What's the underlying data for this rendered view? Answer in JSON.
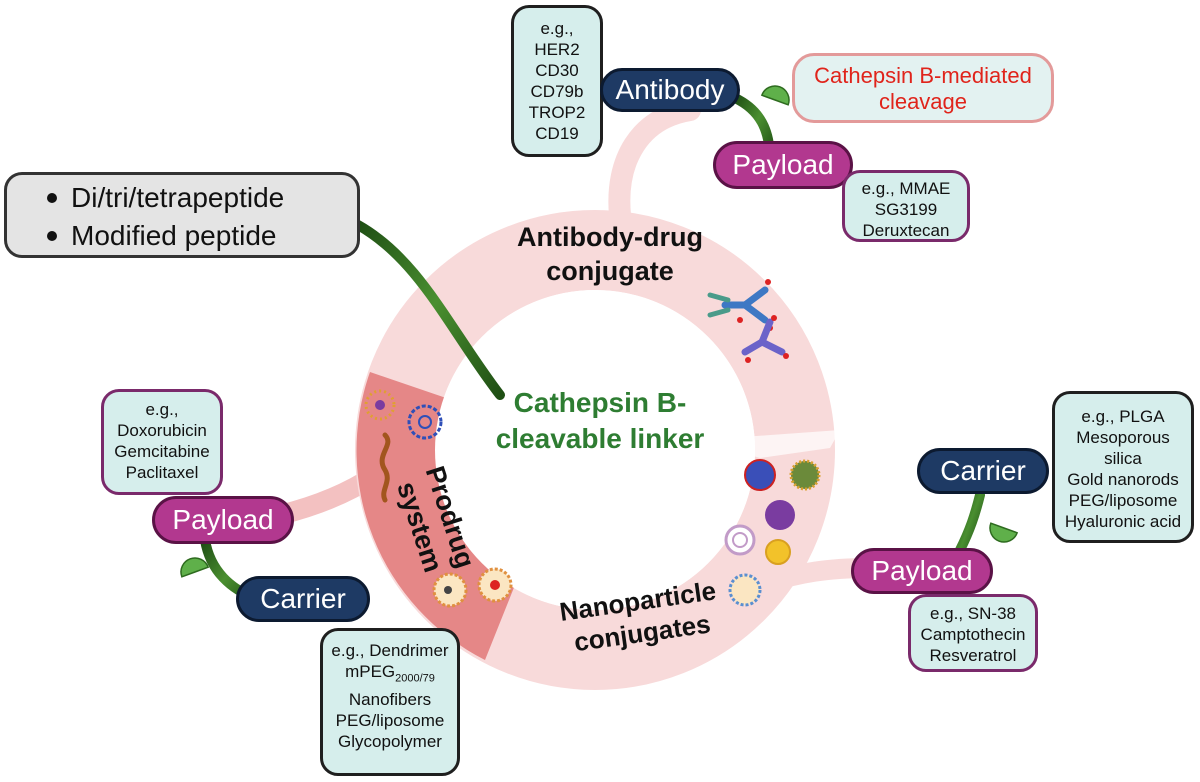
{
  "center_label": [
    "Cathepsin B-",
    "cleavable linker"
  ],
  "peptide_types": [
    "Di/tri/tetrapeptide",
    "Modified peptide"
  ],
  "adc": {
    "label": [
      "Antibody-drug",
      "conjugate"
    ],
    "antibody_label": "Antibody",
    "targets": [
      "e.g.,",
      "HER2",
      "CD30",
      "CD79b",
      "TROP2",
      "CD19"
    ],
    "cleavage_note": [
      "Cathepsin B-mediated",
      "cleavage"
    ],
    "payload_label": "Payload",
    "payload_examples": [
      "e.g., MMAE",
      "SG3199",
      "Deruxtecan"
    ]
  },
  "prodrug": {
    "label": [
      "Prodrug",
      "system"
    ],
    "payload_examples": [
      "e.g.,",
      "Doxorubicin",
      "Gemcitabine",
      "Paclitaxel"
    ],
    "payload_label": "Payload",
    "carrier_label": "Carrier",
    "carrier_examples": {
      "line1": "e.g., Dendrimer",
      "mpeg_base": "mPEG",
      "mpeg_sub": "2000/79",
      "rest": [
        "Nanofibers",
        "PEG/liposome",
        "Glycopolymer"
      ]
    }
  },
  "nanoparticle": {
    "label": [
      "Nanoparticle",
      "conjugates"
    ],
    "carrier_label": "Carrier",
    "carrier_examples": [
      "e.g., PLGA",
      "Mesoporous",
      "silica",
      "Gold nanorods",
      "PEG/liposome",
      "Hyaluronic acid"
    ],
    "payload_label": "Payload",
    "payload_examples": [
      "e.g., SN-38",
      "Camptothecin",
      "Resveratrol"
    ]
  },
  "colors": {
    "ring_light": "#f8dada",
    "ring_dark": "#e07b7b",
    "navy": "#1e3a64",
    "magenta": "#b2388f",
    "green_link": "#2e6b1f",
    "pacman_green": "#5fb04a",
    "teal_box": "#d6eeec",
    "cleavage_red": "#e0241b"
  }
}
